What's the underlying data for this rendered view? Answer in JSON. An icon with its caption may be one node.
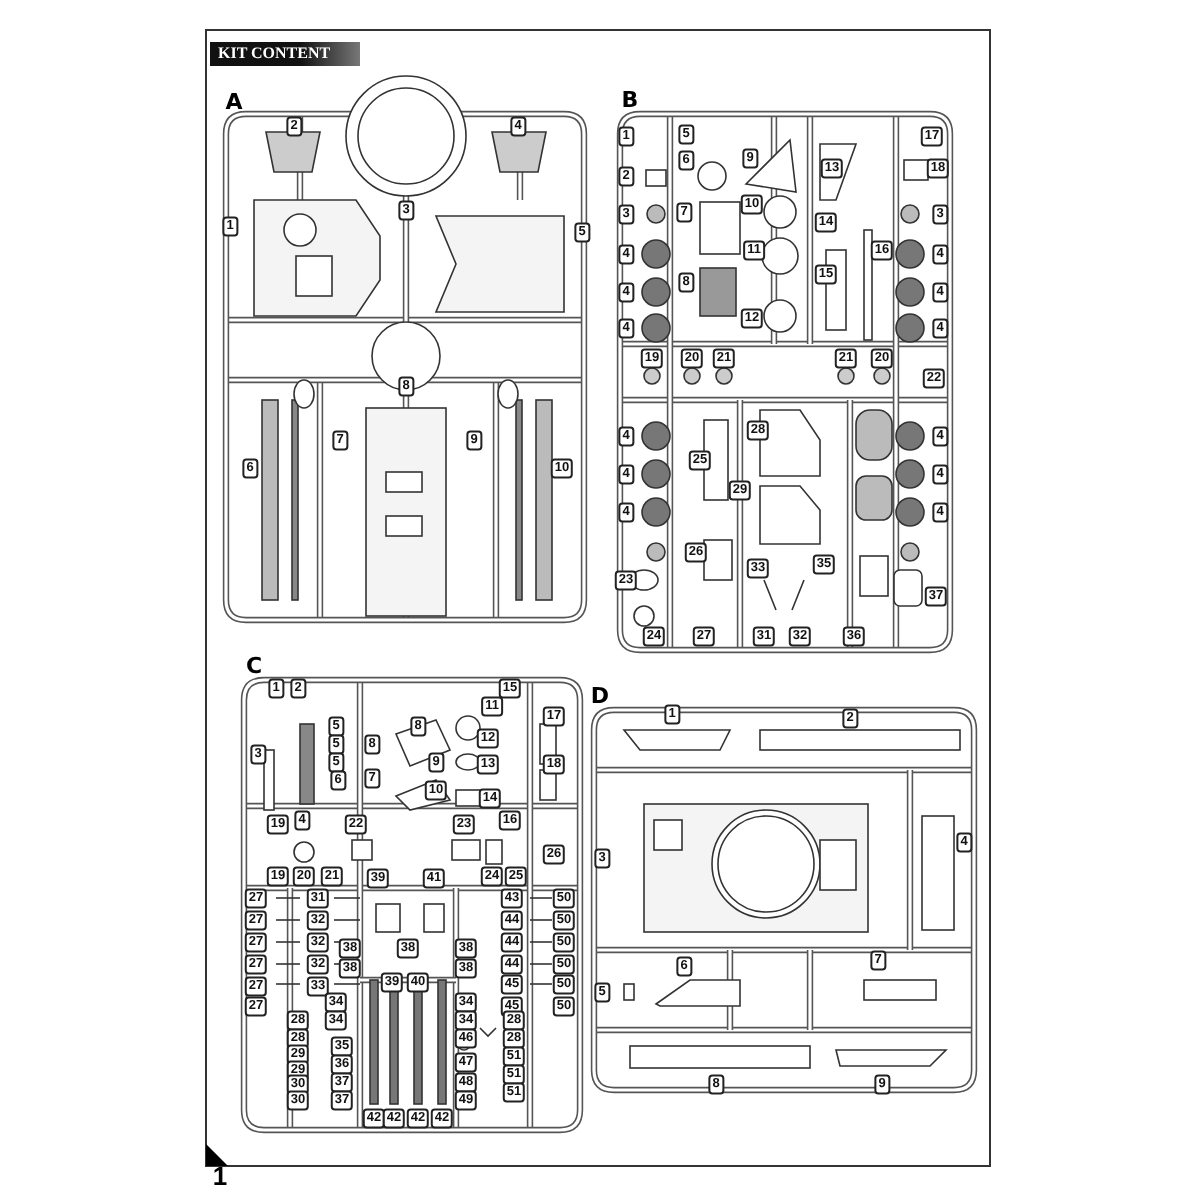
{
  "diagram": {
    "title": "KIT CONTENT",
    "labels": [
      "A",
      "2",
      "4",
      "1",
      "3",
      "5",
      "8",
      "7",
      "9",
      "6",
      "10",
      "B",
      "1",
      "5",
      "17",
      "6",
      "9",
      "13",
      "18",
      "2",
      "10",
      "3",
      "7",
      "14",
      "3",
      "11",
      "16",
      "4",
      "4",
      "15",
      "8",
      "4",
      "4",
      "12",
      "4",
      "4",
      "19",
      "20",
      "21",
      "21",
      "20",
      "22",
      "28",
      "4",
      "4",
      "25",
      "4",
      "4",
      "29",
      "4",
      "4",
      "26",
      "35",
      "33",
      "23",
      "37",
      "24",
      "27",
      "31",
      "32",
      "36",
      "C",
      "1",
      "2",
      "15",
      "11",
      "8",
      "17",
      "5",
      "5",
      "12",
      "8",
      "5",
      "9",
      "18",
      "3",
      "13",
      "6",
      "7",
      "10",
      "14",
      "4",
      "16",
      "19",
      "22",
      "23",
      "26",
      "19",
      "20",
      "21",
      "39",
      "41",
      "24",
      "25",
      "27",
      "31",
      "43",
      "50",
      "27",
      "32",
      "44",
      "50",
      "27",
      "32",
      "38",
      "38",
      "38",
      "44",
      "50",
      "27",
      "32",
      "38",
      "38",
      "39",
      "40",
      "44",
      "50",
      "27",
      "33",
      "45",
      "50",
      "27",
      "34",
      "34",
      "45",
      "50",
      "28",
      "34",
      "34",
      "28",
      "28",
      "46",
      "28",
      "29",
      "35",
      "51",
      "29",
      "36",
      "47",
      "51",
      "30",
      "37",
      "48",
      "51",
      "30",
      "37",
      "49",
      "42",
      "42",
      "42",
      "42",
      "D",
      "1",
      "2",
      "4",
      "3",
      "6",
      "7",
      "5",
      "8",
      "9",
      "1"
    ]
  }
}
